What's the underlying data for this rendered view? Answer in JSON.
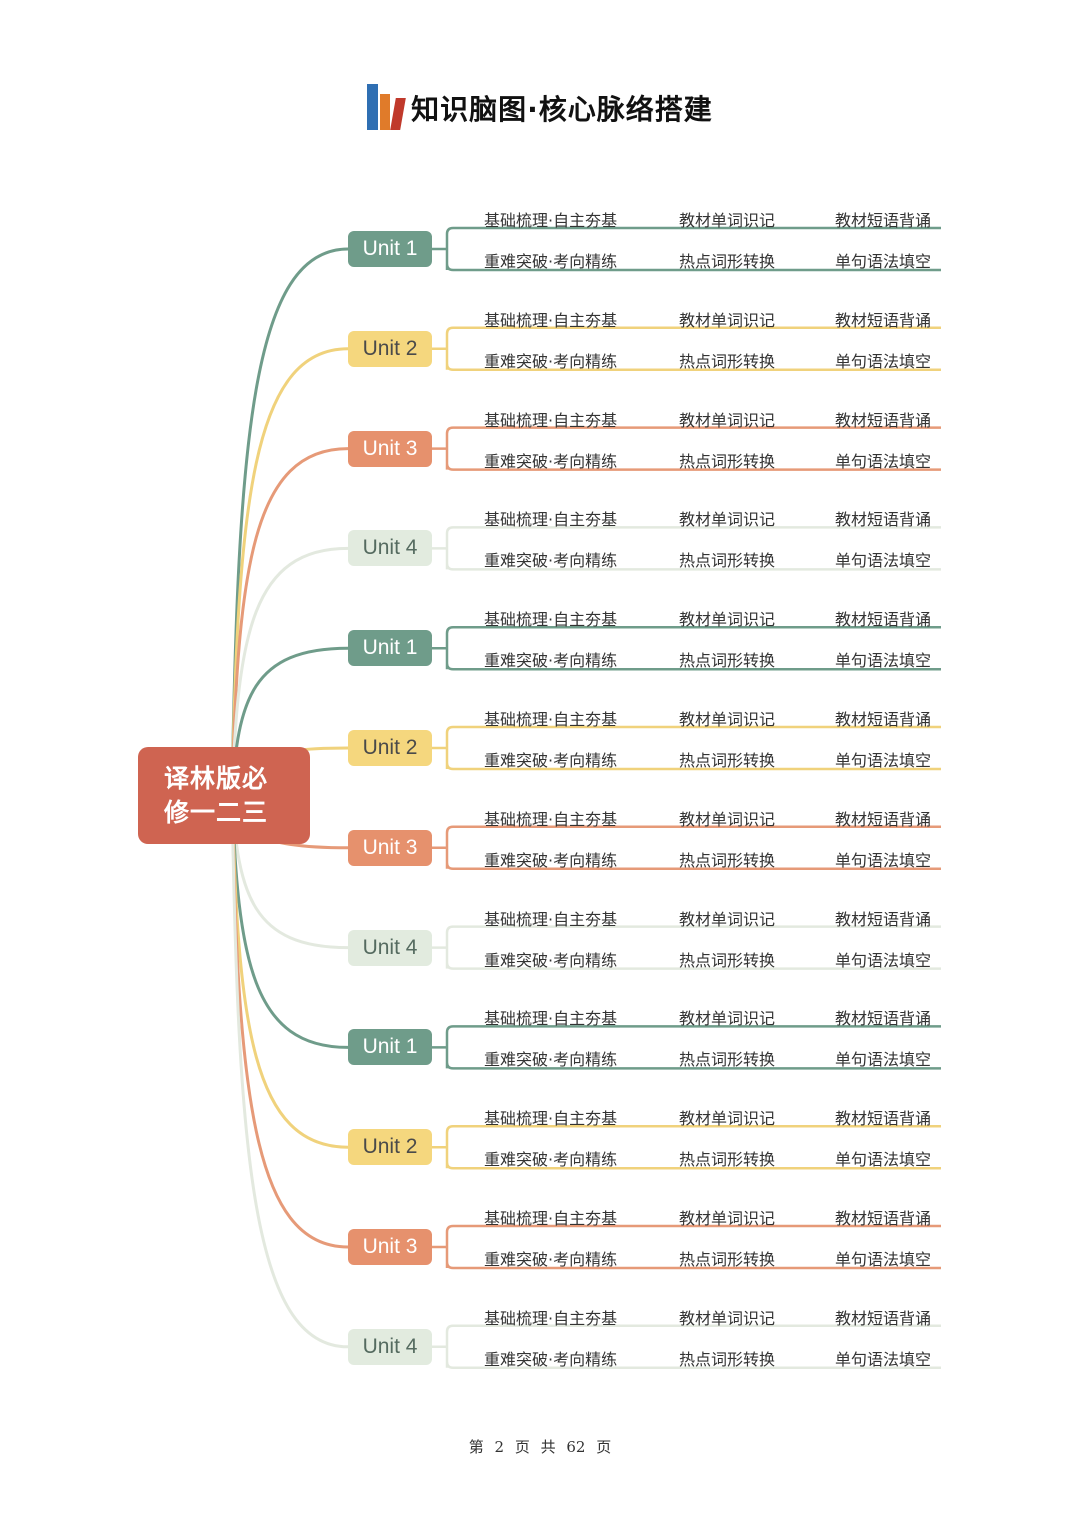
{
  "header": {
    "title": "知识脑图·核心脉络搭建"
  },
  "root": {
    "line1": "译林版必",
    "line2": "修一二三"
  },
  "labels": {
    "a1": "基础梳理·自主夯基",
    "a2": "教材单词识记",
    "a3": "教材短语背诵",
    "b1": "重难突破·考向精练",
    "b2": "热点词形转换",
    "b3": "单句语法填空"
  },
  "units": [
    {
      "label": "Unit 1",
      "theme": "green"
    },
    {
      "label": "Unit 2",
      "theme": "yellow"
    },
    {
      "label": "Unit 3",
      "theme": "orange"
    },
    {
      "label": "Unit 4",
      "theme": "pale"
    },
    {
      "label": "Unit 1",
      "theme": "green"
    },
    {
      "label": "Unit 2",
      "theme": "yellow"
    },
    {
      "label": "Unit 3",
      "theme": "orange"
    },
    {
      "label": "Unit 4",
      "theme": "pale"
    },
    {
      "label": "Unit 1",
      "theme": "green"
    },
    {
      "label": "Unit 2",
      "theme": "yellow"
    },
    {
      "label": "Unit 3",
      "theme": "orange"
    },
    {
      "label": "Unit 4",
      "theme": "pale"
    }
  ],
  "themes": {
    "green": {
      "line": "#6f9c8a",
      "fill": "#6f9c8a",
      "text": "#ffffff"
    },
    "yellow": {
      "line": "#f0d27c",
      "fill": "#f5d77e",
      "text": "#4a4a4a"
    },
    "orange": {
      "line": "#e69a78",
      "fill": "#e6916d",
      "text": "#ffffff"
    },
    "pale": {
      "line": "#e3e9df",
      "fill": "#e2ebdf",
      "text": "#556b60"
    }
  },
  "footer": {
    "prefix": "第",
    "page": "2",
    "mid": "页 共",
    "total": "62",
    "suffix": "页"
  }
}
